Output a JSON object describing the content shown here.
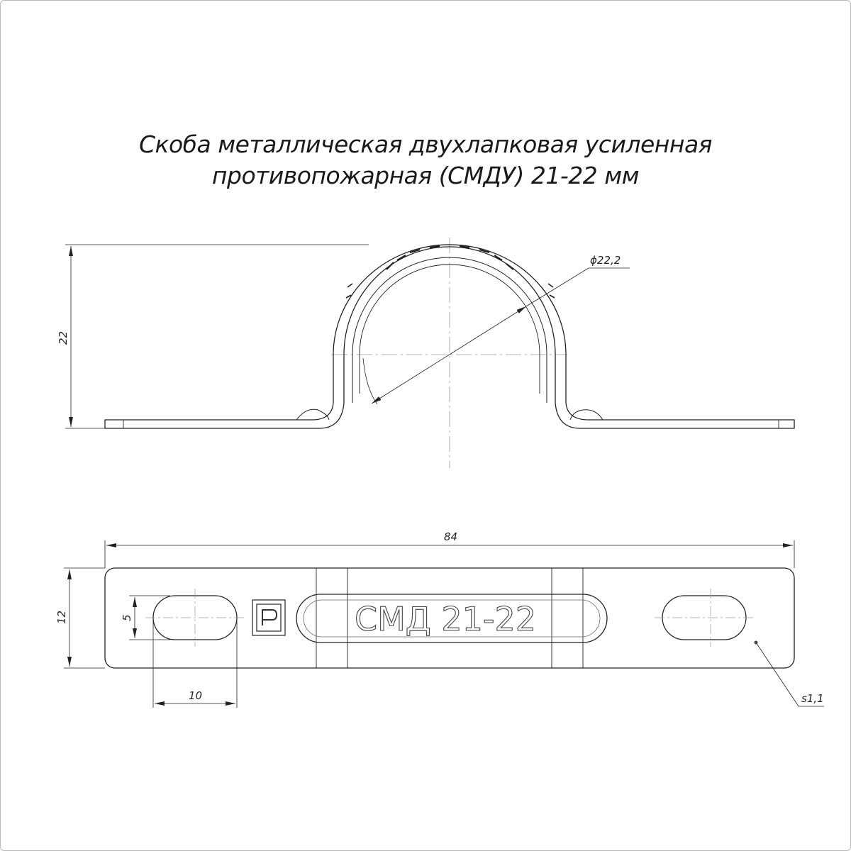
{
  "title": {
    "line1": "Скоба металлическая двухлапковая усиленная",
    "line2": "противопожарная (СМДУ) 21-22 мм"
  },
  "dimensions": {
    "height": "22",
    "diameter": "ϕ22,2",
    "length": "84",
    "width": "12",
    "slot_width": "5",
    "slot_length": "10",
    "thickness": "s1,1"
  },
  "marking": "СМД 21-22",
  "logo": "logo-mark-icon"
}
